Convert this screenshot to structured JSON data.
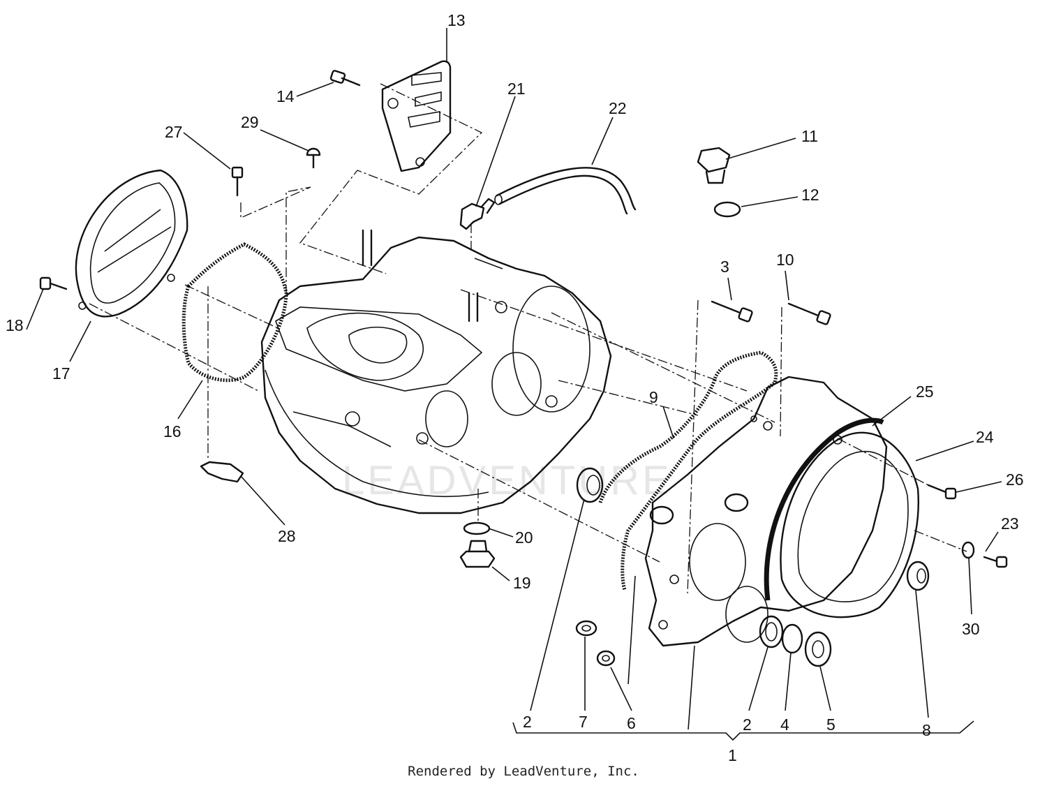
{
  "callouts": [
    "1",
    "2",
    "3",
    "4",
    "5",
    "6",
    "7",
    "8",
    "9",
    "10",
    "11",
    "12",
    "13",
    "14",
    "16",
    "17",
    "18",
    "19",
    "20",
    "21",
    "22",
    "23",
    "24",
    "25",
    "26",
    "27",
    "28",
    "29",
    "30"
  ],
  "watermark": "LEADVENTURE",
  "credit": "Rendered by LeadVenture, Inc."
}
